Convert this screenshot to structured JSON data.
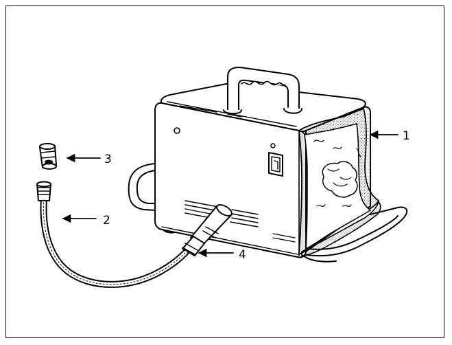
{
  "callouts": [
    {
      "id": "1",
      "label": "1"
    },
    {
      "id": "2",
      "label": "2"
    },
    {
      "id": "3",
      "label": "3"
    },
    {
      "id": "4",
      "label": "4"
    }
  ],
  "colors": {
    "ink": "#000000",
    "paper": "#ffffff"
  }
}
